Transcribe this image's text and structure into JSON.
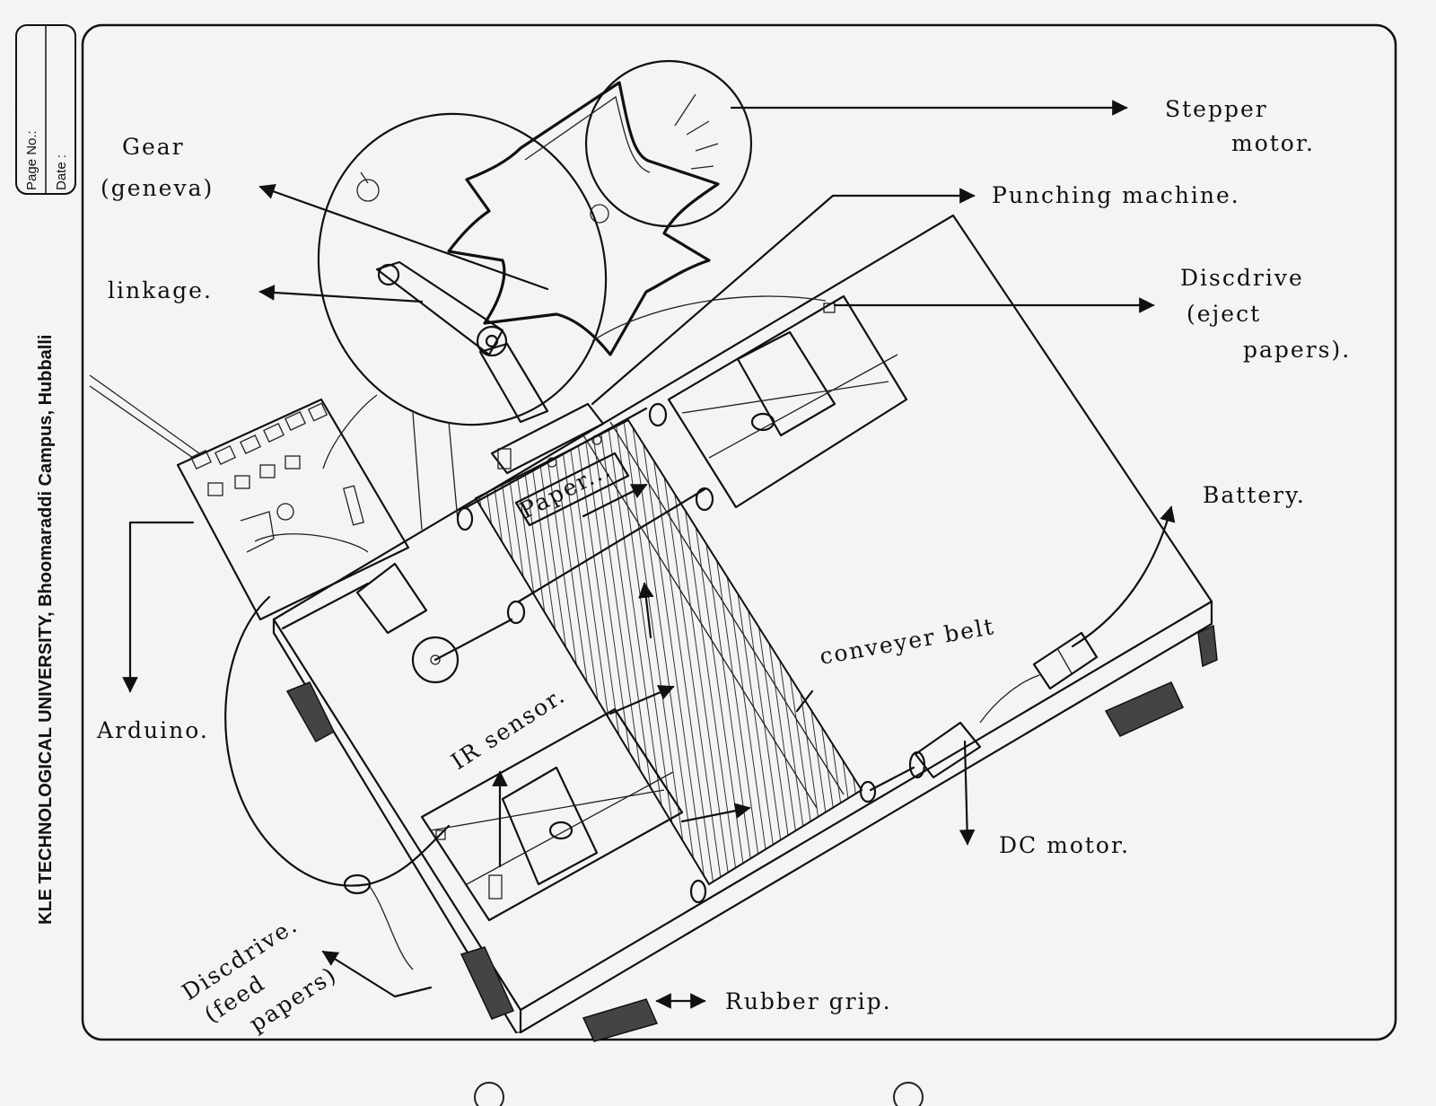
{
  "side_header": {
    "university": "KLE TECHNOLOGICAL UNIVERSITY, Bhoomaraddi Campus, Hubballi",
    "page_no_label": "Page No.:",
    "date_label": "Date :"
  },
  "labels": {
    "stepper_motor_1": "Stepper",
    "stepper_motor_2": "motor.",
    "gear_1": "Gear",
    "gear_2": "(geneva)",
    "punching_machine": "Punching machine.",
    "linkage": "linkage.",
    "disc_drive_eject_1": "Discdrive",
    "disc_drive_eject_2": "(eject",
    "disc_drive_eject_3": "papers).",
    "paper": "Paper...",
    "battery": "Battery.",
    "conveyer_belt": "conveyer belt",
    "arduino": "Arduino.",
    "ir_sensor": "IR sensor.",
    "dc_motor": "DC motor.",
    "disc_drive_feed_1": "Discdrive.",
    "disc_drive_feed_2": "(feed",
    "disc_drive_feed_3": "papers)",
    "rubber_grip": "Rubber grip."
  }
}
